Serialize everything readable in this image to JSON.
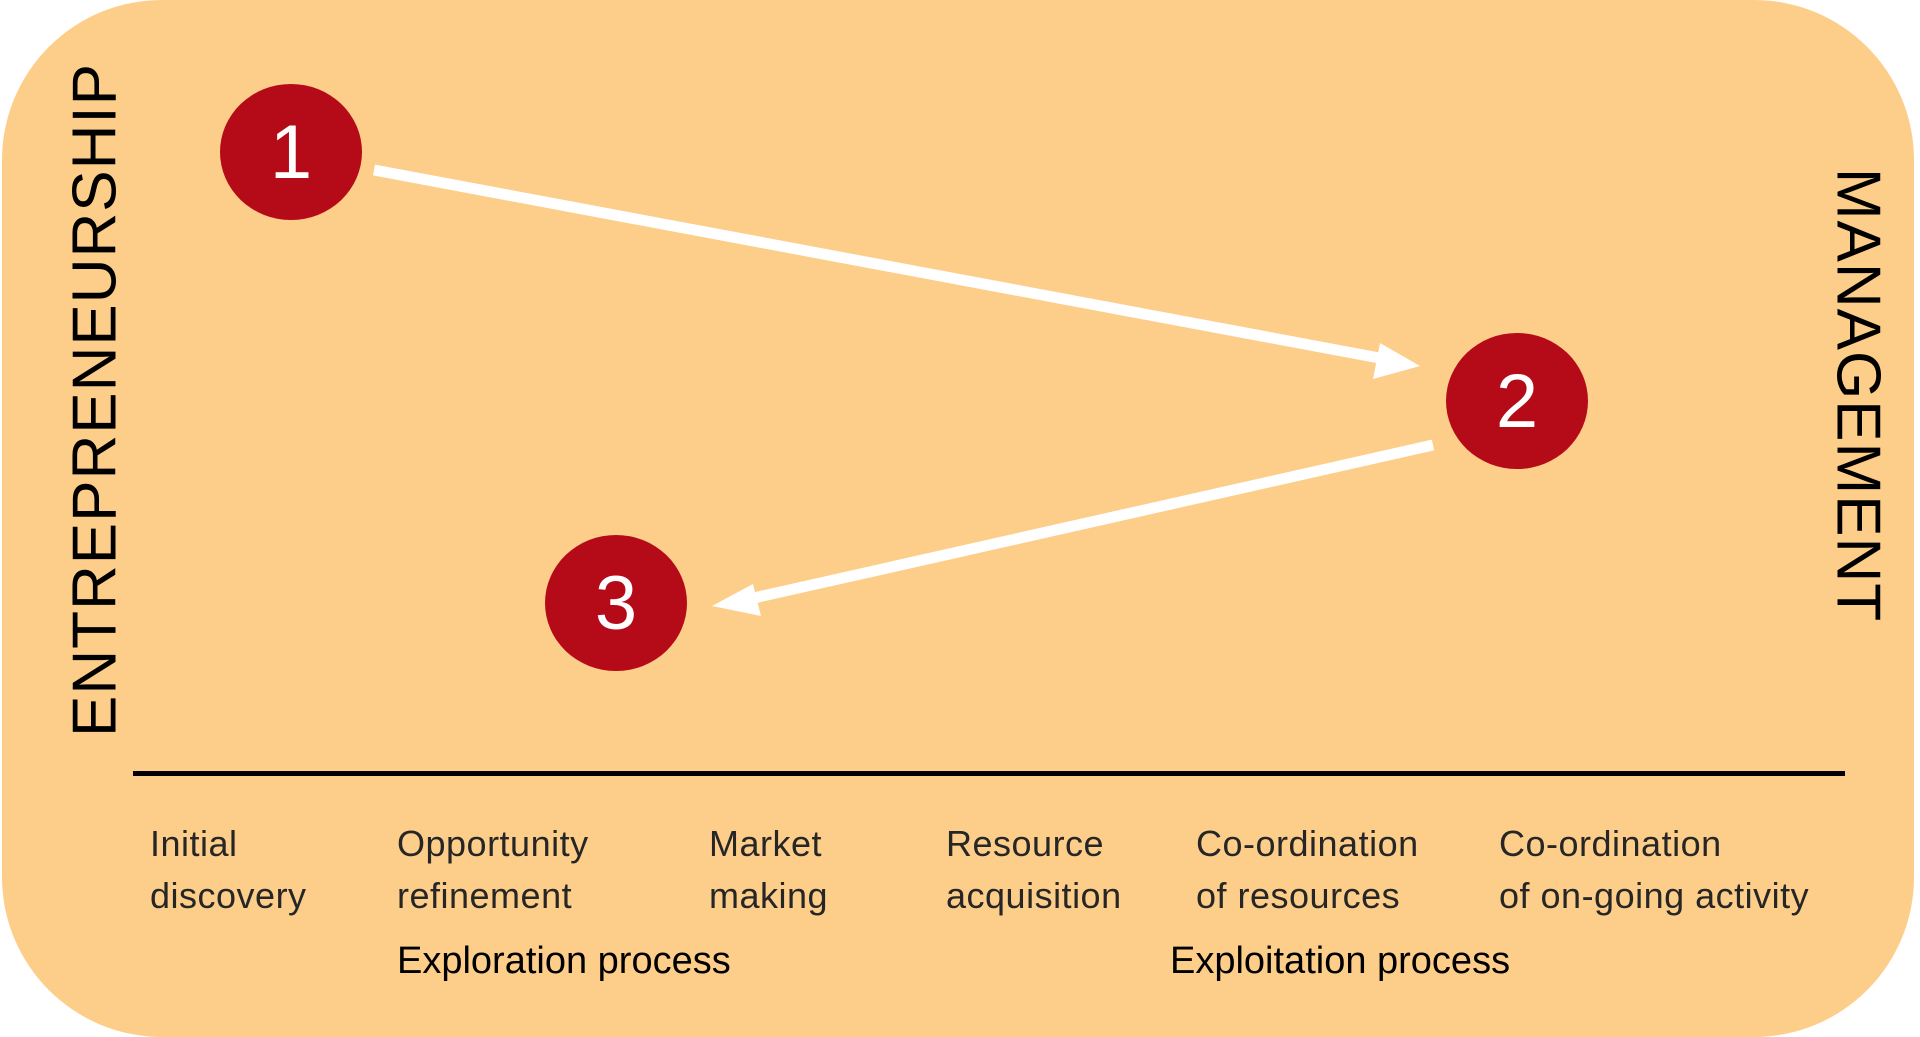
{
  "axis_labels": {
    "left": "ENTREPRENEURSHIP",
    "right": "MANAGEMENT"
  },
  "nodes": [
    {
      "id": "1",
      "label": "1"
    },
    {
      "id": "2",
      "label": "2"
    },
    {
      "id": "3",
      "label": "3"
    }
  ],
  "edges": [
    {
      "from": "1",
      "to": "2"
    },
    {
      "from": "2",
      "to": "3"
    }
  ],
  "stages": [
    {
      "line1": "Initial",
      "line2": "discovery"
    },
    {
      "line1": "Opportunity",
      "line2": "refinement"
    },
    {
      "line1": "Market",
      "line2": "making"
    },
    {
      "line1": "Resource",
      "line2": "acquisition"
    },
    {
      "line1": "Co-ordination",
      "line2": "of resources"
    },
    {
      "line1": "Co-ordination",
      "line2": "of on-going activity"
    }
  ],
  "processes": {
    "exploration": "Exploration process",
    "exploitation": "Exploitation process"
  },
  "colors": {
    "panel": "#FDCD8A",
    "node": "#B50B18",
    "arrow": "#FFFFFF",
    "axis": "#000000"
  }
}
